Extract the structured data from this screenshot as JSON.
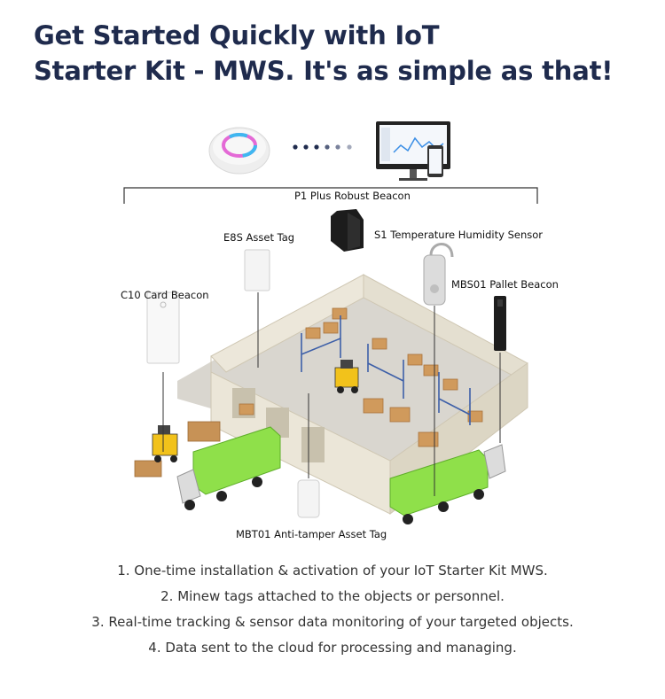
{
  "title": {
    "line1": "Get Started Quickly with IoT",
    "line2": "Starter Kit - MWS.  It's as simple as that!"
  },
  "diagram": {
    "labels": {
      "p1": "P1 Plus Robust Beacon",
      "e8s": "E8S Asset Tag",
      "s1": "S1 Temperature Humidity Sensor",
      "c10": "C10 Card Beacon",
      "mbs01": "MBS01 Pallet Beacon",
      "mbt01": "MBT01 Anti-tamper Asset Tag"
    },
    "icons": [
      "gateway-icon",
      "monitor-dashboard-icon",
      "phone-icon",
      "sensor-icon",
      "warehouse-illustration",
      "forklift-icon",
      "truck-icon"
    ]
  },
  "steps": [
    "1. One-time installation & activation of your IoT Starter Kit MWS.",
    "2. Minew tags attached to the objects or personnel.",
    "3. Real-time tracking & sensor data monitoring of your targeted objects.",
    "4. Data sent to the cloud for processing and managing."
  ],
  "colors": {
    "title": "#1f2b4d",
    "truck": "#8fe04a",
    "wall": "#e9e4d6",
    "box": "#d09a5c"
  }
}
